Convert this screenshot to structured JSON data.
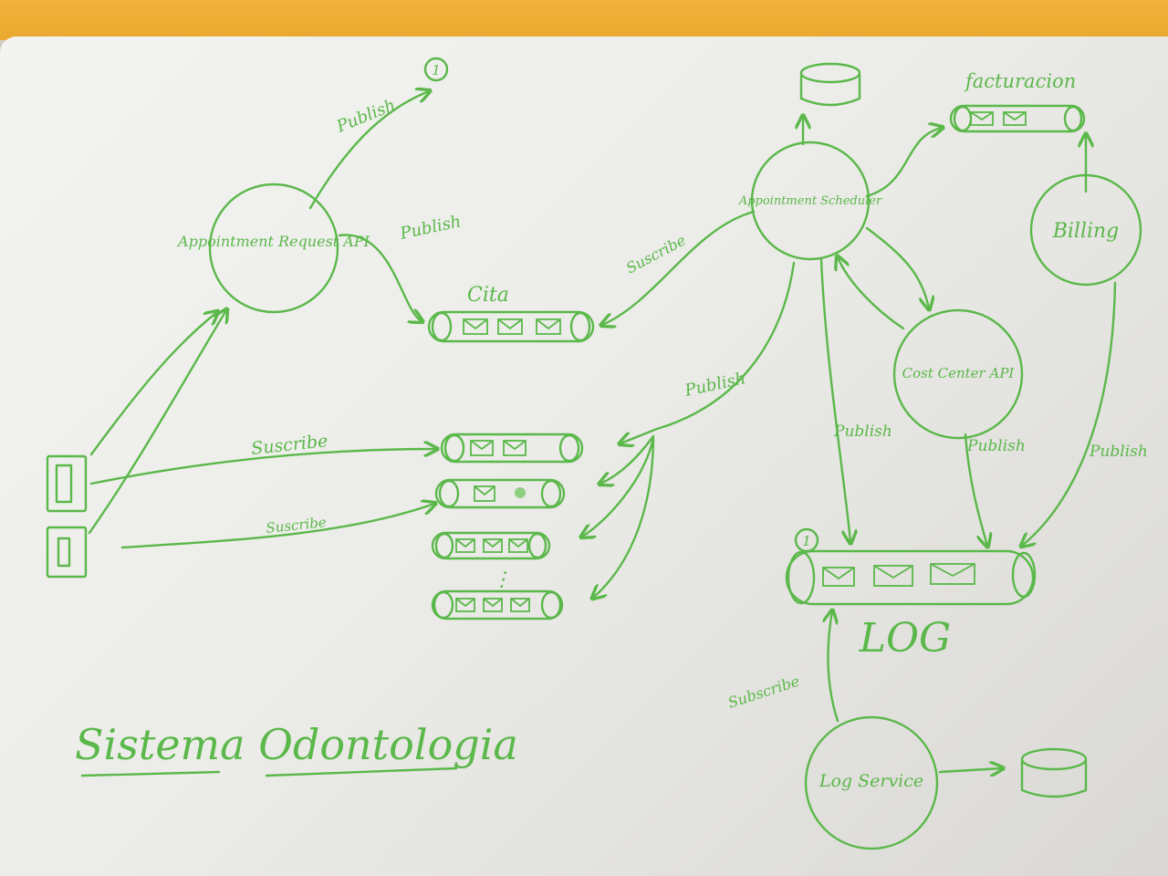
{
  "title": "Sistema Odontologia",
  "nodes": {
    "appointment_request_api": "Appointment Request API",
    "appointment_scheduler": "Appointment Scheduler",
    "billing": "Billing",
    "cost_center_api": "Cost Center API",
    "log_service": "Log Service"
  },
  "queues": {
    "cita": "Cita",
    "facturacion": "facturacion",
    "log": "LOG",
    "dots": "⋮"
  },
  "badges": {
    "publish_marker": "1",
    "log_marker": "1"
  },
  "edge_labels": {
    "publish_top": "Publish",
    "publish_cita": "Publish",
    "suscribe_scheduler": "Suscribe",
    "publish_queues": "Publish",
    "suscribe_1": "Suscribe",
    "suscribe_2": "Suscribe",
    "publish_scheduler_log": "Publish",
    "publish_costcenter_log": "Publish",
    "publish_billing_log": "Publish",
    "subscribe_log_service": "Subscribe"
  },
  "colors": {
    "ink": "#5bb84a",
    "board": "#f0f0ee",
    "frame": "#eaa932"
  }
}
